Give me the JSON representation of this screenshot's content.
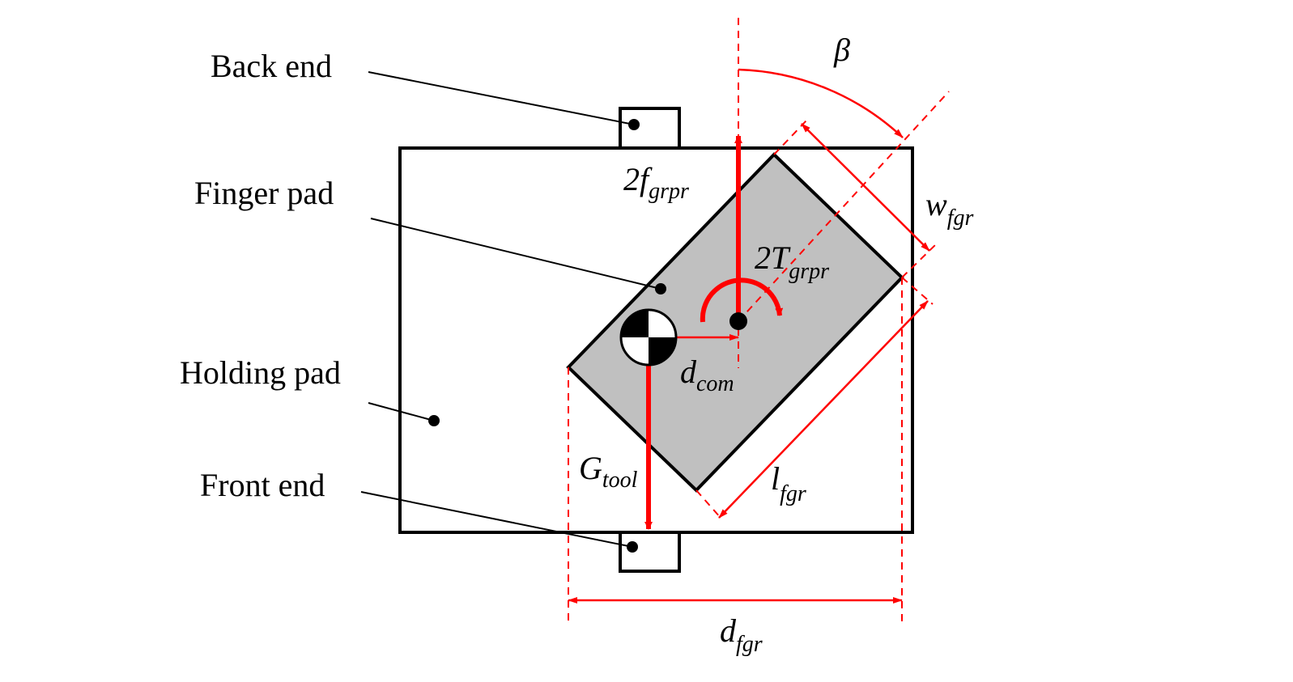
{
  "labels": {
    "back_end": "Back end",
    "finger_pad": "Finger pad",
    "holding_pad": "Holding pad",
    "front_end": "Front end"
  },
  "symbols": {
    "beta": "β",
    "force_grip": {
      "main": "2f",
      "sub": "grpr"
    },
    "torque_grip": {
      "main": "2T",
      "sub": "grpr"
    },
    "finger_width": {
      "main": "w",
      "sub": "fgr"
    },
    "finger_length": {
      "main": "l",
      "sub": "fgr"
    },
    "com_distance": {
      "main": "d",
      "sub": "com"
    },
    "tool_gravity": {
      "main": "G",
      "sub": "tool"
    },
    "finger_distance": {
      "main": "d",
      "sub": "fgr"
    }
  },
  "colors": {
    "annotation": "#ff0000",
    "finger_pad_fill": "#c0c0c0",
    "outline": "#000000"
  },
  "icons": {
    "center_of_mass": "center-of-mass-symbol"
  }
}
